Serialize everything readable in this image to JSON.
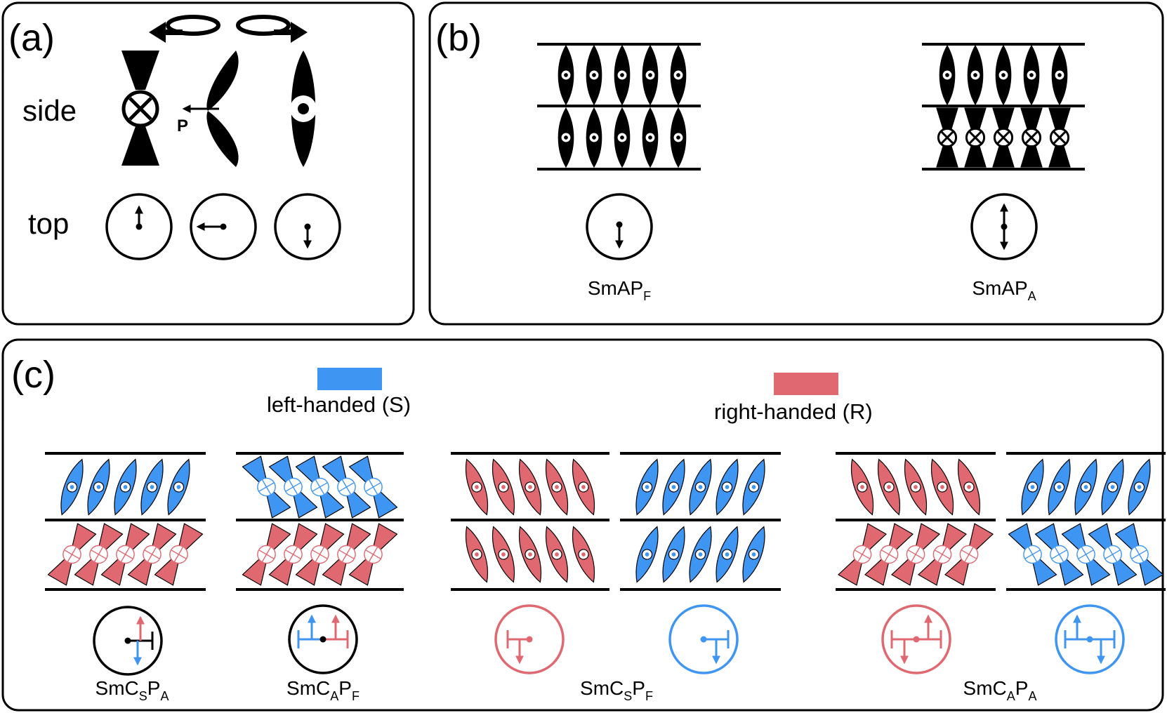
{
  "panel_a": {
    "label": "(a)",
    "row_side": "side",
    "row_top": "top",
    "polar_symbol": "P"
  },
  "panel_b": {
    "label": "(b)",
    "phases": [
      {
        "base": "SmAP",
        "sub": "F"
      },
      {
        "base": "SmAP",
        "sub": "A"
      }
    ]
  },
  "panel_c": {
    "label": "(c)",
    "legend": [
      {
        "text": "left-handed (S)",
        "color": "#3f95f2"
      },
      {
        "text": "right-handed (R)",
        "color": "#e06870"
      }
    ],
    "phases": [
      {
        "parts": [
          {
            "t": "SmC"
          },
          {
            "t": "S",
            "sub": true
          },
          {
            "t": "P"
          },
          {
            "t": "A",
            "sub": true
          }
        ]
      },
      {
        "parts": [
          {
            "t": "SmC"
          },
          {
            "t": "A",
            "sub": true
          },
          {
            "t": "P"
          },
          {
            "t": "F",
            "sub": true
          }
        ]
      },
      {
        "parts": [
          {
            "t": "SmC"
          },
          {
            "t": "S",
            "sub": true
          },
          {
            "t": "P"
          },
          {
            "t": "F",
            "sub": true
          }
        ]
      },
      {
        "parts": [
          {
            "t": "SmC"
          },
          {
            "t": "A",
            "sub": true
          },
          {
            "t": "P"
          },
          {
            "t": "A",
            "sub": true
          }
        ]
      }
    ]
  },
  "colors": {
    "blue": "#3f95f2",
    "red": "#e06870",
    "black": "#000000"
  }
}
